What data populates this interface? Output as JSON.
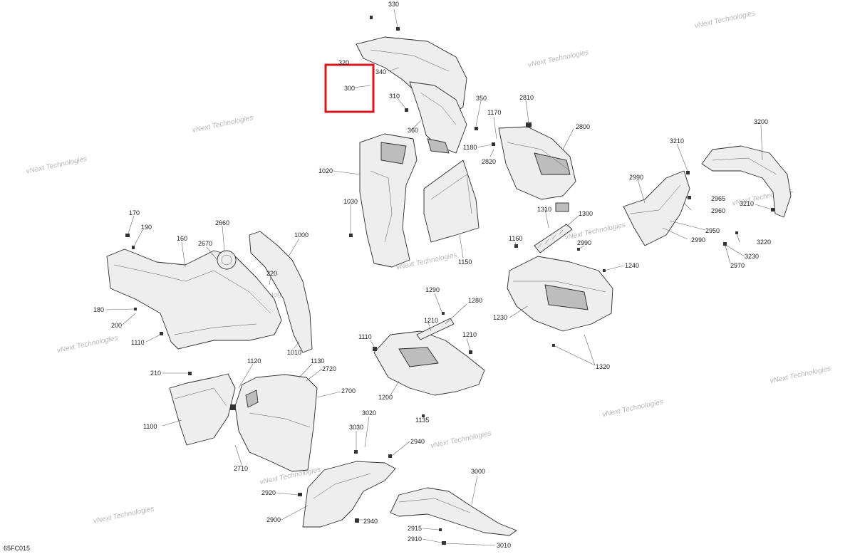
{
  "diagram_code": "65FC015",
  "watermark": "vNext Technologies",
  "highlight_color": "#d9161c",
  "selected_part": "300",
  "callouts": [
    "330",
    "320",
    "340",
    "300",
    "310",
    "360",
    "350",
    "2810",
    "1170",
    "1180",
    "2820",
    "2800",
    "3200",
    "3210",
    "1020",
    "1030",
    "1150",
    "2990",
    "2965",
    "2960",
    "2950",
    "3220",
    "3230",
    "2970",
    "1310",
    "1300",
    "1160",
    "1240",
    "1230",
    "1320",
    "170",
    "190",
    "160",
    "2660",
    "2670",
    "1000",
    "220",
    "180",
    "200",
    "1110",
    "1010",
    "1290",
    "1280",
    "1210",
    "1200",
    "1135",
    "210",
    "1120",
    "1130",
    "2720",
    "2700",
    "1100",
    "2710",
    "3020",
    "3030",
    "2940",
    "2920",
    "2900",
    "3000",
    "2915",
    "2910",
    "3010"
  ]
}
